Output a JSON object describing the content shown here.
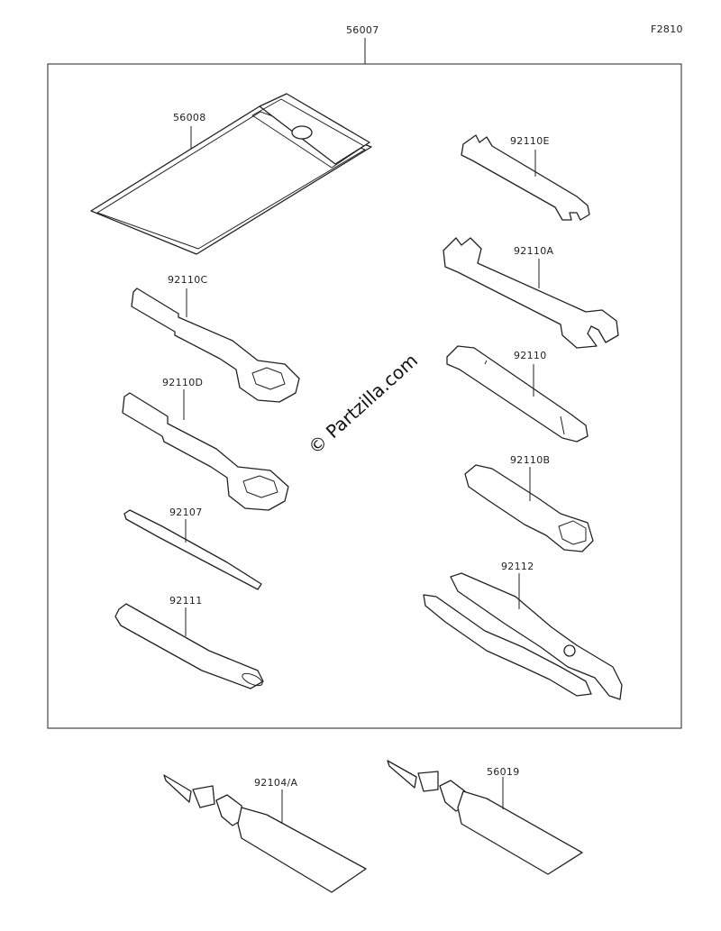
{
  "figure_code": "F2810",
  "watermark": "© Partzilla.com",
  "kit": {
    "part_number": "56007"
  },
  "parts": [
    {
      "id": "pouch",
      "part_number": "56008"
    },
    {
      "id": "wrench-e",
      "part_number": "92110E"
    },
    {
      "id": "wrench-a",
      "part_number": "92110A"
    },
    {
      "id": "ring-c",
      "part_number": "92110C"
    },
    {
      "id": "plug-socket",
      "part_number": "92110"
    },
    {
      "id": "ring-d",
      "part_number": "92110D"
    },
    {
      "id": "box-b",
      "part_number": "92110B"
    },
    {
      "id": "driver",
      "part_number": "92107"
    },
    {
      "id": "pliers",
      "part_number": "92112"
    },
    {
      "id": "handle",
      "part_number": "92111"
    },
    {
      "id": "tube-a",
      "part_number": "92104/A"
    },
    {
      "id": "tube-b",
      "part_number": "56019"
    }
  ]
}
